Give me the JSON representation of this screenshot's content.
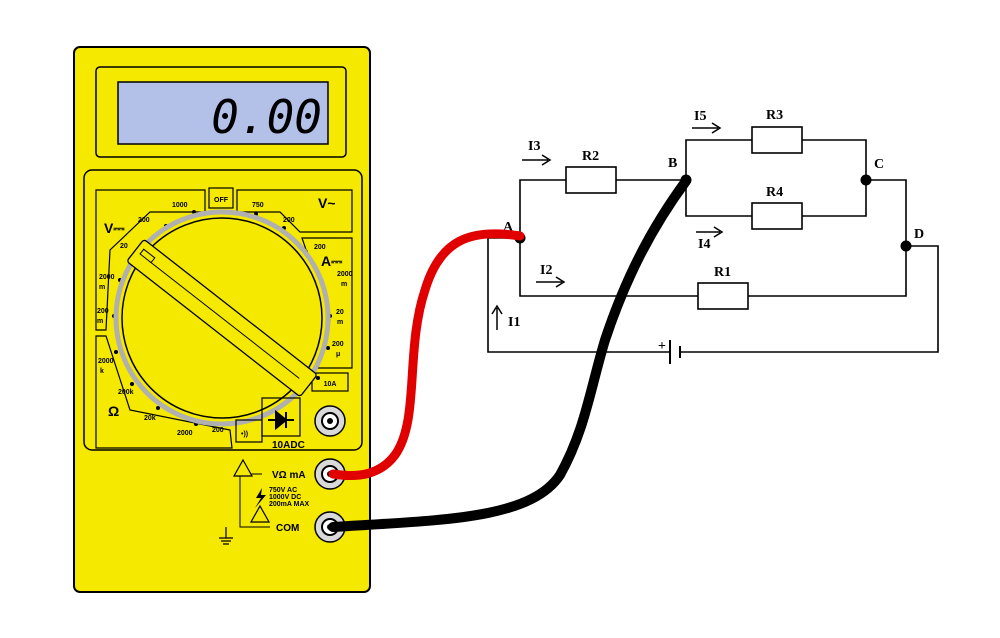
{
  "meter": {
    "display": "0.00",
    "off_label": "OFF",
    "mode_dcv": "V⎓",
    "mode_acv": "V~",
    "mode_dca": "A⎓",
    "mode_ohm": "Ω",
    "dcv_ranges": [
      "1000",
      "200",
      "20",
      "2000\nm",
      "200\nm"
    ],
    "acv_ranges": [
      "750",
      "200"
    ],
    "dca_ranges": [
      "200",
      "2000\nm",
      "20\nm",
      "200\nμ"
    ],
    "ohm_ranges": [
      "2000\nk",
      "200k",
      "20k",
      "2000",
      "200"
    ],
    "range_10a": "10A",
    "jack_10adc": "10ADC",
    "jack_vma": "VΩ mA",
    "jack_com": "COM",
    "rating_lines": [
      "750V AC",
      "1000V DC",
      "200mA MAX"
    ],
    "colors": {
      "body": "#f5e900",
      "outline": "#000000",
      "lcd": "#b3c1e9"
    }
  },
  "circuit": {
    "nodes": [
      "A",
      "B",
      "C",
      "D"
    ],
    "resistors": [
      "R1",
      "R2",
      "R3",
      "R4"
    ],
    "currents": [
      "I1",
      "I2",
      "I3",
      "I4",
      "I5"
    ],
    "battery_plus": "+"
  },
  "leads": {
    "red": "#e00000",
    "black": "#000000"
  }
}
